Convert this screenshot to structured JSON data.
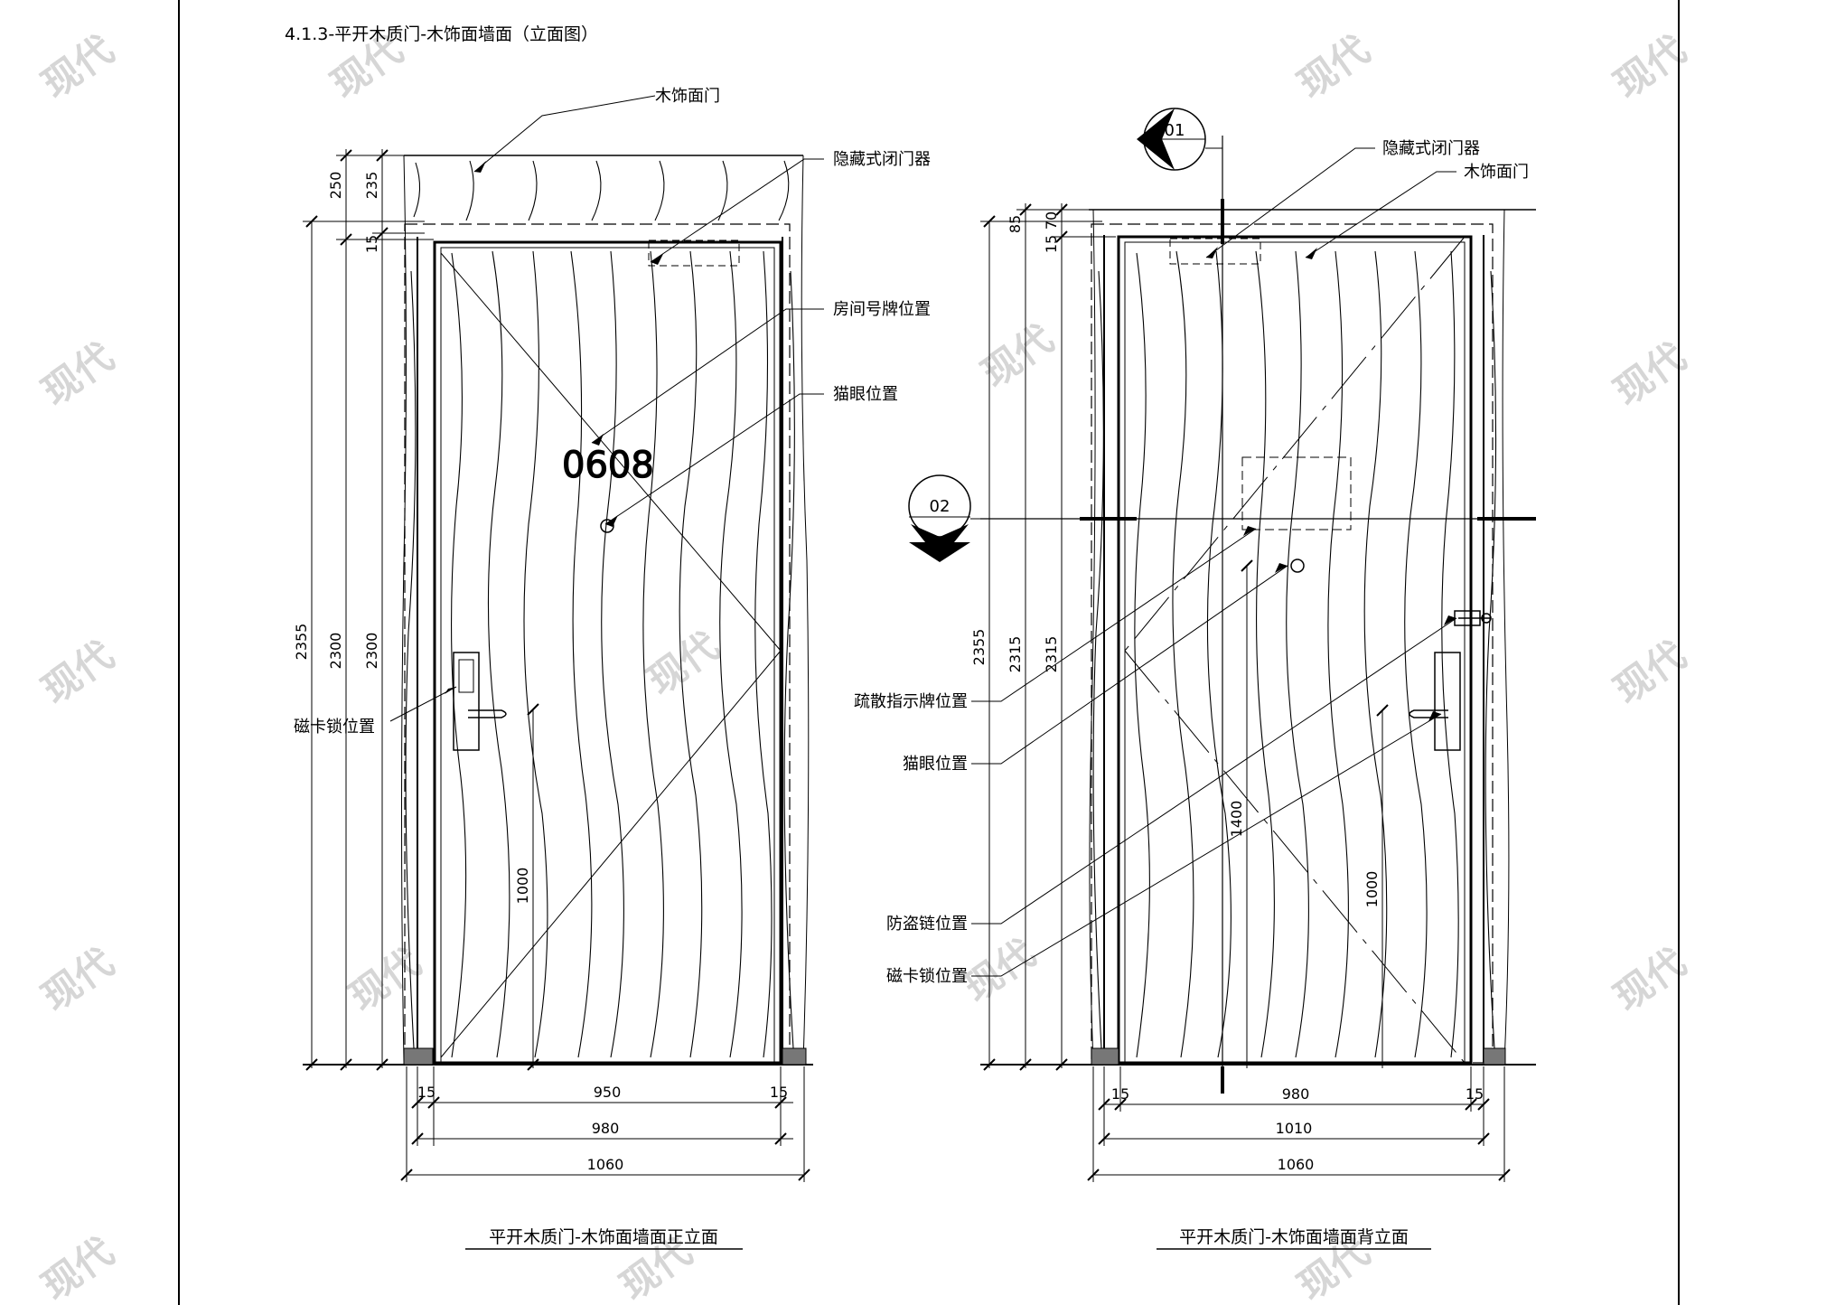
{
  "sheet_title": "4.1.3-平开木质门-木饰面墙面（立面图）",
  "watermark": "现代",
  "front": {
    "caption": "平开木质门-木饰面墙面正立面",
    "room_number": "0608",
    "labels": {
      "wood_door": "木饰面门",
      "closer": "隐藏式闭门器",
      "number_plate": "房间号牌位置",
      "peephole": "猫眼位置",
      "card_lock": "磁卡锁位置"
    },
    "dims": {
      "top_250": "250",
      "top_235": "235",
      "top_15": "15",
      "h_2355": "2355",
      "h_2300a": "2300",
      "h_2300b": "2300",
      "handle_1000": "1000",
      "w_15a": "15",
      "w_950": "950",
      "w_15b": "15",
      "w_980": "980",
      "w_1060": "1060"
    }
  },
  "back": {
    "caption": "平开木质门-木饰面墙面背立面",
    "markers": {
      "section_a": "01",
      "section_b": "02"
    },
    "labels": {
      "closer": "隐藏式闭门器",
      "wood_door": "木饰面门",
      "evac_sign": "疏散指示牌位置",
      "peephole": "猫眼位置",
      "chain": "防盗链位置",
      "card_lock": "磁卡锁位置"
    },
    "dims": {
      "top_85": "85",
      "top_15": "15",
      "top_70": "70",
      "h_2355": "2355",
      "h_2315a": "2315",
      "h_2315b": "2315",
      "eye_1400": "1400",
      "handle_1000": "1000",
      "w_15a": "15",
      "w_980": "980",
      "w_15b": "15",
      "w_1010": "1010",
      "w_1060": "1060"
    }
  }
}
